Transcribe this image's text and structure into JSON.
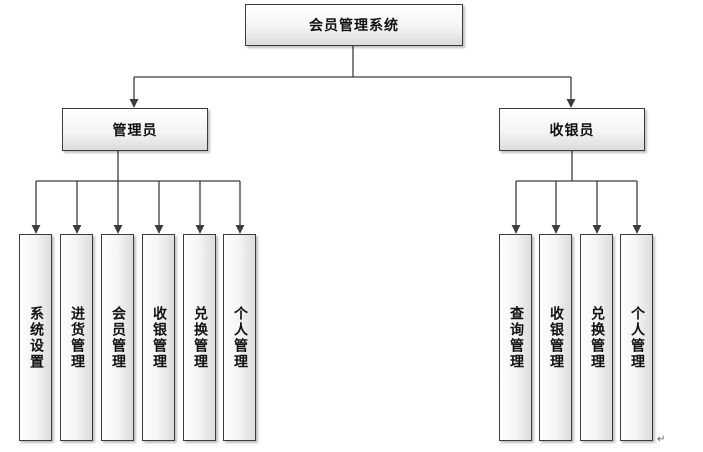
{
  "diagram": {
    "root": {
      "label": "会员管理系统"
    },
    "roles": [
      {
        "label": "管理员",
        "modules": [
          "系统设置",
          "进货管理",
          "会员管理",
          "收银管理",
          "兑换管理",
          "个人管理"
        ]
      },
      {
        "label": "收银员",
        "modules": [
          "查询管理",
          "收银管理",
          "兑换管理",
          "个人管理"
        ]
      }
    ],
    "line_color": "#3c3c3c"
  },
  "paragraph_mark": "↵"
}
